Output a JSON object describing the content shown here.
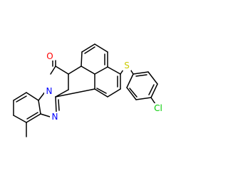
{
  "molecule": {
    "atom_labels": {
      "oxygen": "O",
      "nitrogen_ring": "N",
      "nitrogen_imine": "N",
      "sulfur": "S",
      "chlorine": "Cl"
    },
    "colors": {
      "bond": "#000000",
      "oxygen": "#ff0000",
      "nitrogen": "#0000ff",
      "sulfur": "#cccc00",
      "chlorine": "#00cc00"
    }
  }
}
